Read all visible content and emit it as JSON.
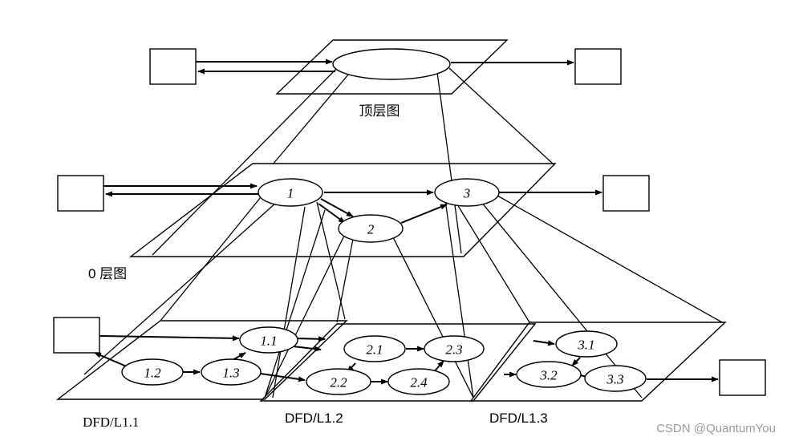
{
  "layers": {
    "top_label": "顶层图",
    "level0_label": "0 层图",
    "sub1_label": "DFD/L1.1",
    "sub2_label": "DFD/L1.2",
    "sub3_label": "DFD/L1.3"
  },
  "nodes": {
    "p1": "1",
    "p2": "2",
    "p3": "3",
    "p1_1": "1.1",
    "p1_2": "1.2",
    "p1_3": "1.3",
    "p2_1": "2.1",
    "p2_2": "2.2",
    "p2_3": "2.3",
    "p2_4": "2.4",
    "p3_1": "3.1",
    "p3_2": "3.2",
    "p3_3": "3.3"
  },
  "watermark": "CSDN @QuantumYou",
  "colors": {
    "stroke": "#000000",
    "watermark": "#9a9a9a"
  }
}
